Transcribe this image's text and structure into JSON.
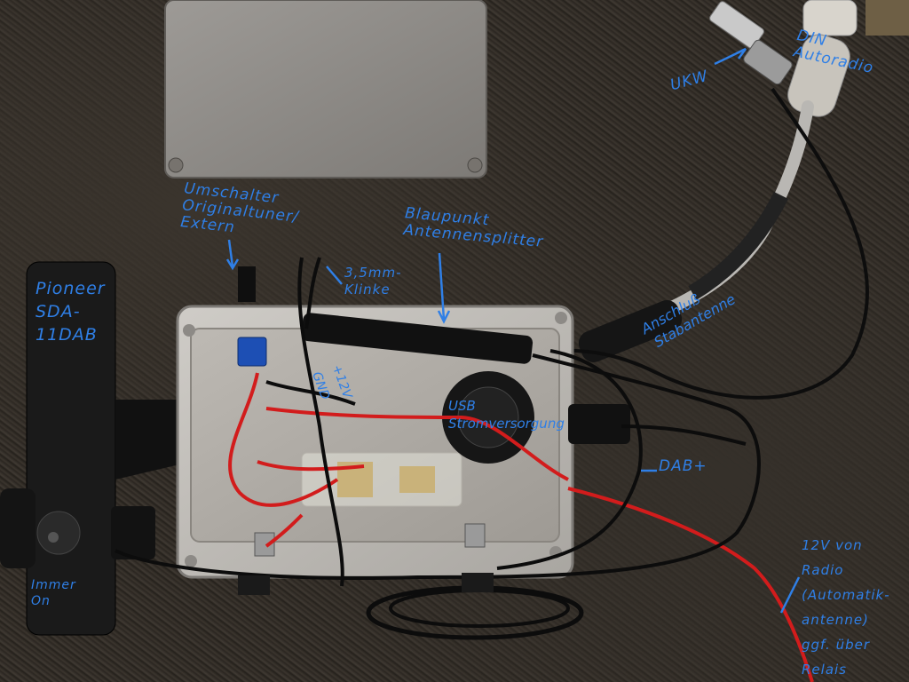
{
  "annotations": {
    "ukw": "UKW",
    "din": "DIN\nAutoradio",
    "umschalter": "Umschalter\nOriginaltuner/\nExtern",
    "blaupunkt": "Blaupunkt\nAntennensplitter",
    "klinke": "3,5mm-\nKlinke",
    "anschluss": "Anschluß\nStabantenne",
    "pioneer": "Pioneer\nSDA-\n11DAB",
    "usb": "USB\nStromversorgung",
    "dab": "DAB+",
    "immer_on": "Immer\nOn",
    "power": "12V von\nRadio\n(Automatik-\nantenne)\nggf. über\nRelais",
    "gnd": "GND",
    "plus12": "+12V"
  },
  "colors": {
    "annotation": "#2f7fe6",
    "enclosure": "#b9b6b1",
    "cable_red": "#e02020",
    "cable_black": "#111111"
  }
}
